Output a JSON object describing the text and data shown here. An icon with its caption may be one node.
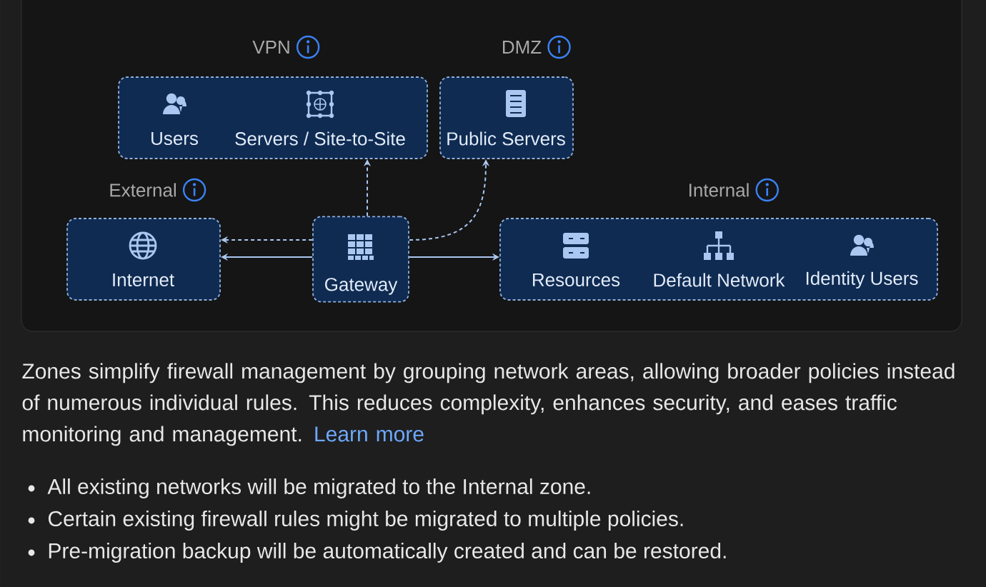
{
  "diagram": {
    "nodes": [
      {
        "text": [
          "VPN"
        ]
      },
      {
        "text": [
          "Users"
        ],
        "in": 0
      },
      {
        "text": [
          "Servers / Site-to-Site"
        ],
        "in": 0
      },
      {
        "text": [
          "DMZ"
        ]
      },
      {
        "text": [
          "Public Servers"
        ],
        "in": 3
      },
      {
        "text": [
          "External"
        ]
      },
      {
        "text": [
          "Internet"
        ],
        "in": 5
      },
      {
        "text": [
          "Gateway"
        ]
      },
      {
        "text": [
          "Internal"
        ]
      },
      {
        "text": [
          "Resources"
        ],
        "in": 8
      },
      {
        "text": [
          "Default Network"
        ],
        "in": 8
      },
      {
        "text": [
          "Identity Users"
        ],
        "in": 8
      }
    ],
    "edges": [
      {
        "from": 7,
        "to": 0,
        "arrow": "to",
        "style": "dashed"
      },
      {
        "from": 7,
        "to": 3,
        "arrow": "to",
        "style": "dashed"
      },
      {
        "from": 7,
        "to": 5,
        "arrow": "to",
        "style": "dashed"
      },
      {
        "from": 7,
        "to": 5,
        "arrow": "to"
      },
      {
        "from": 7,
        "to": 8,
        "arrow": "to"
      }
    ],
    "labels": [
      "Zones simplify firewall management by grouping network areas, allowing broader policies instead of numerous individual rules. This reduces complexity, enhances security, and eases traffic monitoring and management.",
      "Learn more",
      "All existing networks will be migrated to the Internal zone.",
      "Certain existing firewall rules might be migrated to multiple policies.",
      "Pre-migration backup will be automatically created and can be restored."
    ]
  }
}
